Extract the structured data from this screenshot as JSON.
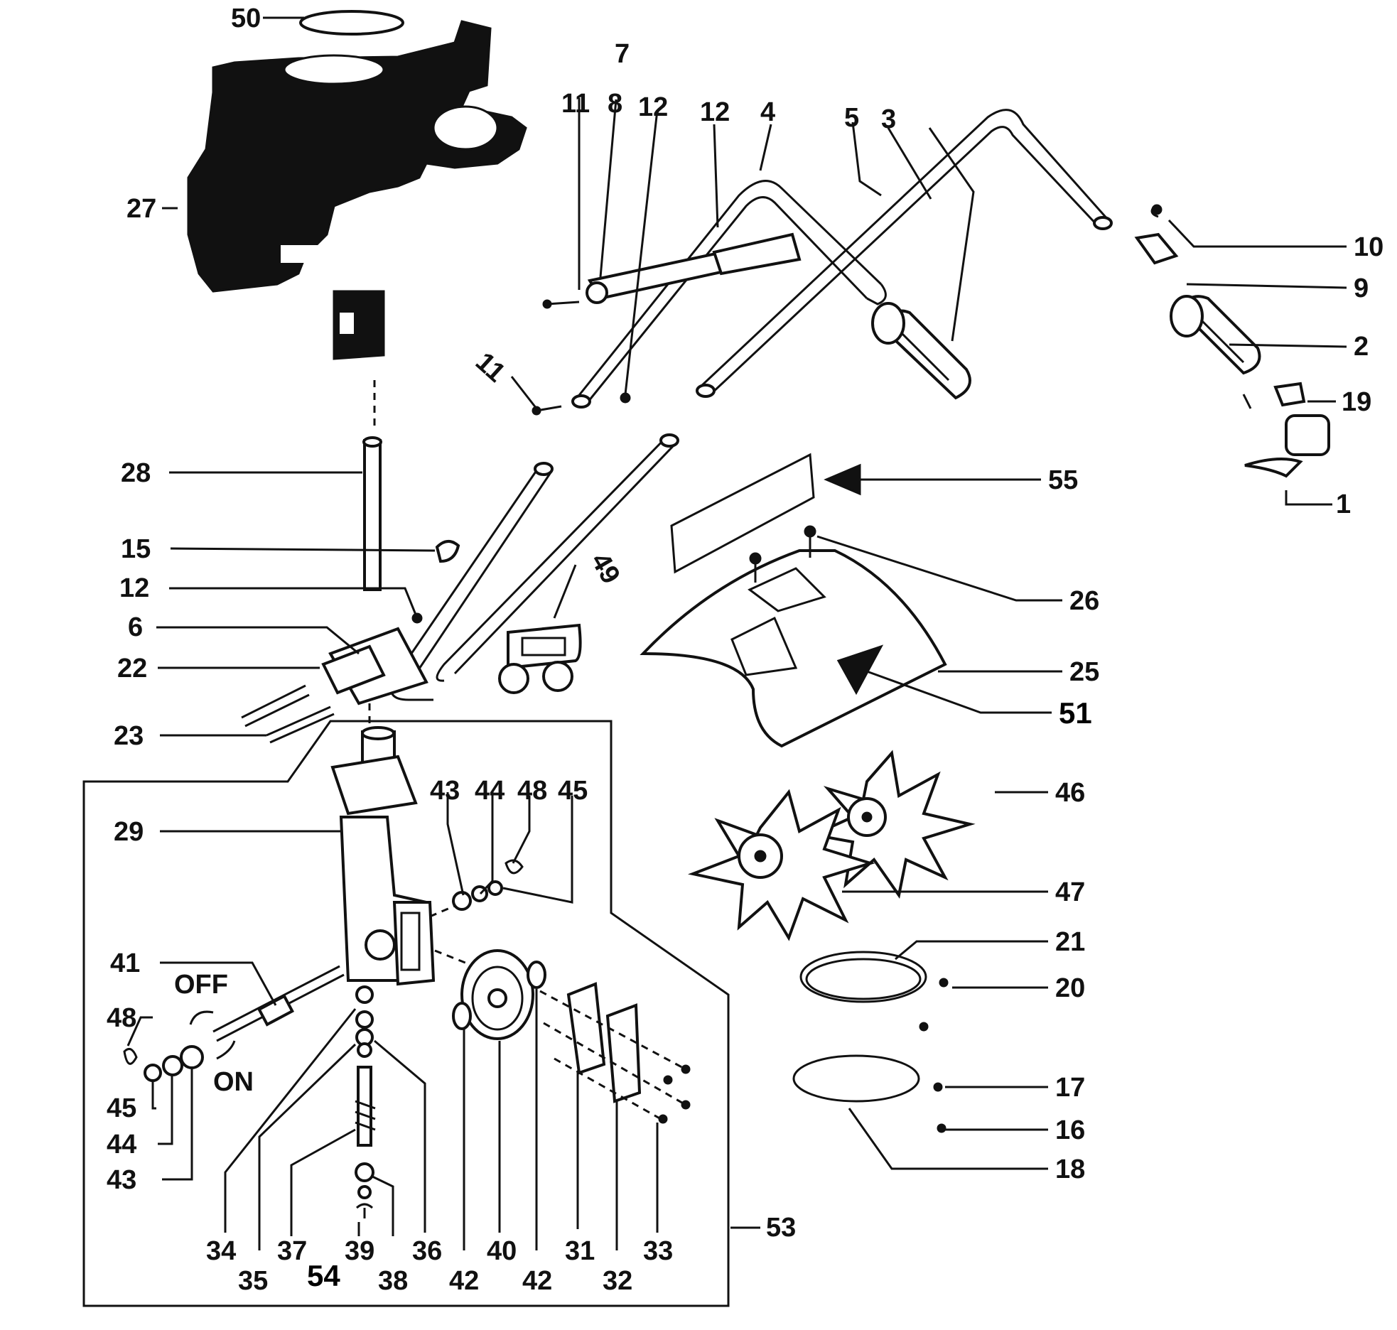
{
  "callouts": {
    "c1": "1",
    "c2": "2",
    "c3": "3",
    "c4": "4",
    "c5": "5",
    "c6": "6",
    "c7": "7",
    "c8": "8",
    "c9": "9",
    "c10": "10",
    "c11a": "11",
    "c11b": "11",
    "c12a": "12",
    "c12b": "12",
    "c12c": "12",
    "c15": "15",
    "c16": "16",
    "c17": "17",
    "c18": "18",
    "c19": "19",
    "c20": "20",
    "c21": "21",
    "c22": "22",
    "c23": "23",
    "c25": "25",
    "c26": "26",
    "c27": "27",
    "c28": "28",
    "c29": "29",
    "c31": "31",
    "c32": "32",
    "c33": "33",
    "c34": "34",
    "c35": "35",
    "c36": "36",
    "c37": "37",
    "c38": "38",
    "c39": "39",
    "c40": "40",
    "c41": "41",
    "c42a": "42",
    "c42b": "42",
    "c43a": "43",
    "c43b": "43",
    "c44a": "44",
    "c44b": "44",
    "c45a": "45",
    "c45b": "45",
    "c46": "46",
    "c47": "47",
    "c48a": "48",
    "c48b": "48",
    "c49": "49",
    "c50": "50",
    "c51": "51",
    "c53": "53",
    "c54": "54",
    "c55": "55"
  },
  "switch_labels": {
    "off": "OFF",
    "on": "ON"
  }
}
